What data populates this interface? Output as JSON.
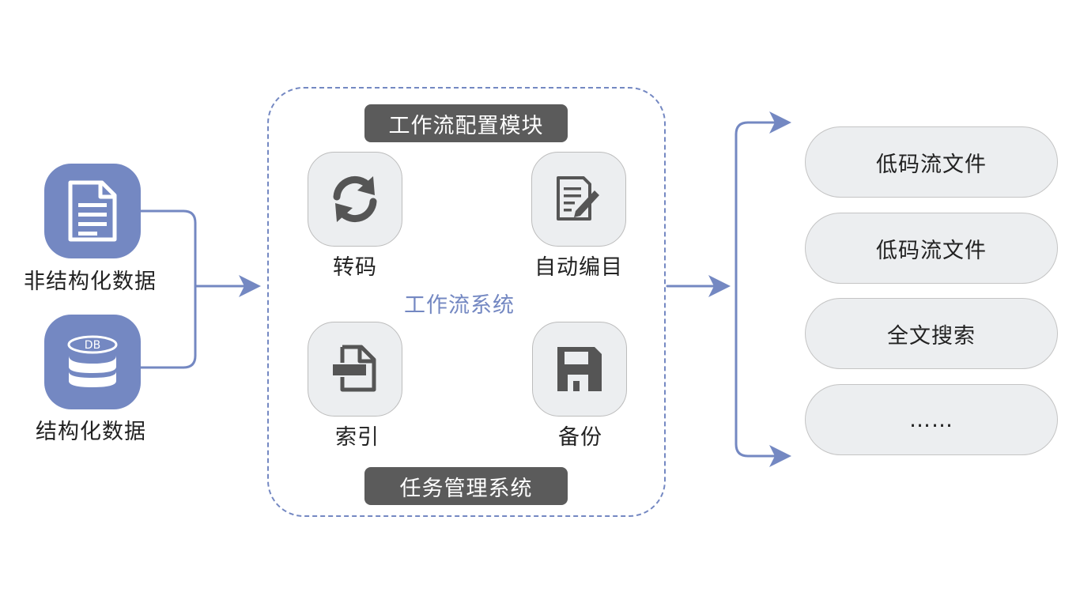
{
  "colors": {
    "accent": "#7488c2",
    "dark_pill": "#5b5b5b",
    "tile_light": "#eceef0",
    "icon_dark": "#555555"
  },
  "sources": [
    {
      "label": "非结构化数据",
      "icon": "document-icon"
    },
    {
      "label": "结构化数据",
      "icon": "database-icon",
      "badge": "DB"
    }
  ],
  "workflow": {
    "config_module": "工作流配置模块",
    "center_title": "工作流系统",
    "task_system": "任务管理系统",
    "functions": [
      {
        "label": "转码",
        "icon": "sync-icon"
      },
      {
        "label": "自动编目",
        "icon": "edit-document-icon"
      },
      {
        "label": "索引",
        "icon": "file-import-icon"
      },
      {
        "label": "备份",
        "icon": "save-icon"
      }
    ]
  },
  "outputs": [
    {
      "label": "低码流文件"
    },
    {
      "label": "低码流文件"
    },
    {
      "label": "全文搜索"
    },
    {
      "label": "……"
    }
  ]
}
